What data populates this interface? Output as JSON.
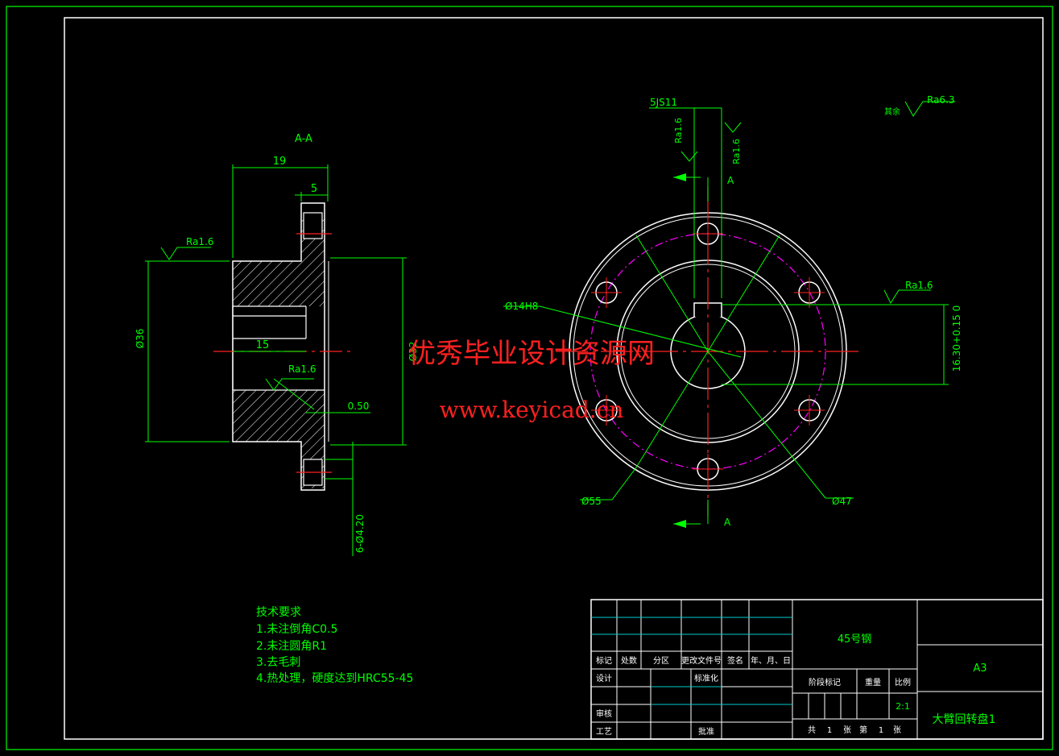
{
  "section": {
    "label": "A-A",
    "cut_label": "A"
  },
  "dims": {
    "len19": "19",
    "len5": "5",
    "len15": "15",
    "d36": "Ø36",
    "d32": "Ø32",
    "gap050": "0.50",
    "holes": "6-Ø4.20",
    "key": "5JS11",
    "bore": "Ø14H8",
    "d55": "Ø55",
    "d47": "Ø47",
    "keydepth": "16.30+0.15 0"
  },
  "roughness": {
    "ra16": "Ra1.6",
    "ra63": "Ra6.3",
    "rest": "其余"
  },
  "watermark": {
    "cn": "优秀毕业设计资源网",
    "url": "www.keyicad.cn"
  },
  "tech": {
    "title": "技术要求",
    "items": [
      "1.未注倒角C0.5",
      "2.未注圆角R1",
      "3.去毛刺",
      "4.热处理，硬度达到HRC55-45"
    ]
  },
  "titleblock": {
    "material": "45号钢",
    "size": "A3",
    "name": "大臂回转盘1",
    "scale": "2:1",
    "h_mark": "标记",
    "h_count": "处数",
    "h_zone": "分区",
    "h_doc": "更改文件号",
    "h_sign": "签名",
    "h_date": "年、月、日",
    "h_design": "设计",
    "h_std": "标准化",
    "h_check": "审核",
    "h_process": "工艺",
    "h_approve": "批准",
    "h_stage": "阶段标记",
    "h_weight": "重量",
    "h_ratio": "比例",
    "share": "共",
    "share_n": "1",
    "sheet": "张",
    "page": "第",
    "page_n": "1"
  },
  "colors": {
    "frame": "#00cc00",
    "line": "#ffffff",
    "dim": "#00ff00",
    "center": "#ff2020",
    "pitch": "#ff00ff",
    "watermark": "#ff2020"
  }
}
